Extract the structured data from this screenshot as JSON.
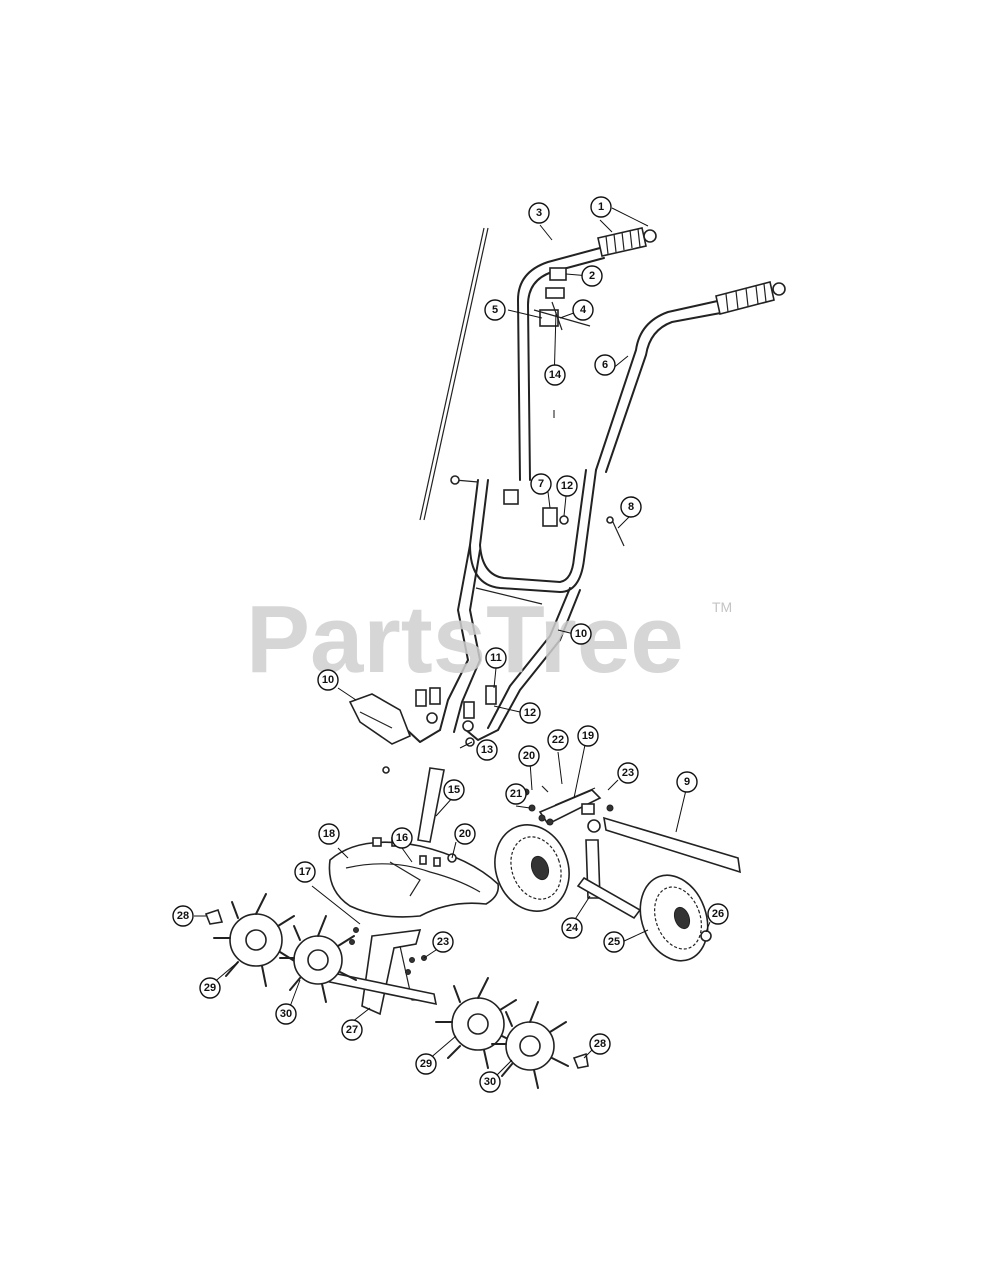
{
  "watermark": {
    "brand": "PartsTree",
    "trademark": "TM"
  },
  "callouts": [
    {
      "id": "1",
      "label": "1"
    },
    {
      "id": "2",
      "label": "2"
    },
    {
      "id": "3",
      "label": "3"
    },
    {
      "id": "4",
      "label": "4"
    },
    {
      "id": "5",
      "label": "5"
    },
    {
      "id": "6",
      "label": "6"
    },
    {
      "id": "7",
      "label": "7"
    },
    {
      "id": "8",
      "label": "8"
    },
    {
      "id": "9",
      "label": "9"
    },
    {
      "id": "10a",
      "label": "10"
    },
    {
      "id": "10b",
      "label": "10"
    },
    {
      "id": "11",
      "label": "11"
    },
    {
      "id": "12a",
      "label": "12"
    },
    {
      "id": "12b",
      "label": "12"
    },
    {
      "id": "13",
      "label": "13"
    },
    {
      "id": "14",
      "label": "14"
    },
    {
      "id": "15",
      "label": "15"
    },
    {
      "id": "16",
      "label": "16"
    },
    {
      "id": "17",
      "label": "17"
    },
    {
      "id": "18",
      "label": "18"
    },
    {
      "id": "19",
      "label": "19"
    },
    {
      "id": "20a",
      "label": "20"
    },
    {
      "id": "20b",
      "label": "20"
    },
    {
      "id": "21",
      "label": "21"
    },
    {
      "id": "22",
      "label": "22"
    },
    {
      "id": "23a",
      "label": "23"
    },
    {
      "id": "23b",
      "label": "23"
    },
    {
      "id": "24",
      "label": "24"
    },
    {
      "id": "25",
      "label": "25"
    },
    {
      "id": "26",
      "label": "26"
    },
    {
      "id": "27",
      "label": "27"
    },
    {
      "id": "28a",
      "label": "28"
    },
    {
      "id": "28b",
      "label": "28"
    },
    {
      "id": "29a",
      "label": "29"
    },
    {
      "id": "29b",
      "label": "29"
    },
    {
      "id": "30a",
      "label": "30"
    },
    {
      "id": "30b",
      "label": "30"
    }
  ]
}
